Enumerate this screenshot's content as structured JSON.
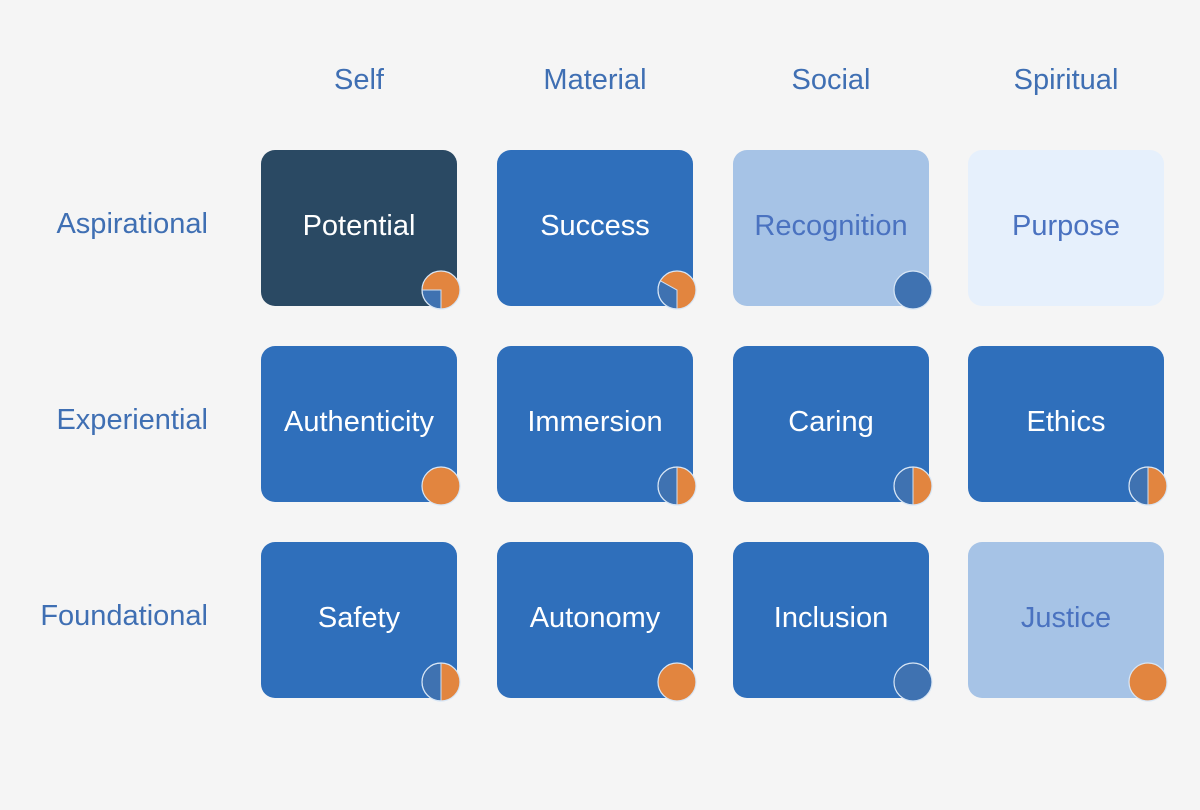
{
  "columns": [
    "Self",
    "Material",
    "Social",
    "Spiritual"
  ],
  "rows": [
    "Aspirational",
    "Experiential",
    "Foundational"
  ],
  "colors": {
    "dark": "#2a4963",
    "medium": "#2f6fbb",
    "light": "#a6c3e6",
    "pale": "#e6f0fc",
    "text_light": "#ffffff",
    "text_dark": "#4a72c0",
    "pie_orange": "#e2853f",
    "pie_blue": "#3f72b1"
  },
  "cells": [
    [
      {
        "label": "Potential",
        "shade": "dark",
        "orange_share": 0.75
      },
      {
        "label": "Success",
        "shade": "medium",
        "orange_share": 0.67
      },
      {
        "label": "Recognition",
        "shade": "light",
        "orange_share": 0
      },
      {
        "label": "Purpose",
        "shade": "pale",
        "orange_share": null
      }
    ],
    [
      {
        "label": "Authenticity",
        "shade": "medium",
        "orange_share": 1
      },
      {
        "label": "Immersion",
        "shade": "medium",
        "orange_share": 0.5
      },
      {
        "label": "Caring",
        "shade": "medium",
        "orange_share": 0.5
      },
      {
        "label": "Ethics",
        "shade": "medium",
        "orange_share": 0.5
      }
    ],
    [
      {
        "label": "Safety",
        "shade": "medium",
        "orange_share": 0.5
      },
      {
        "label": "Autonomy",
        "shade": "medium",
        "orange_share": 1
      },
      {
        "label": "Inclusion",
        "shade": "medium",
        "orange_share": 0
      },
      {
        "label": "Justice",
        "shade": "light",
        "orange_share": 1
      }
    ]
  ]
}
